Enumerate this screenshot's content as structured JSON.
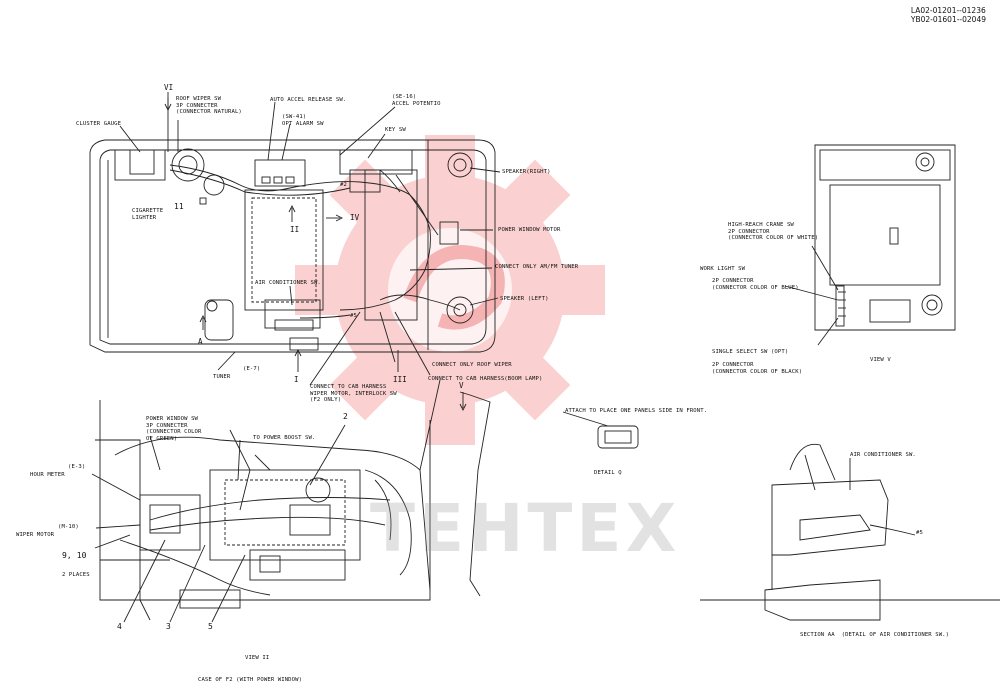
{
  "document_numbers": [
    "LA02-01201--01236",
    "YB02-01601--02049"
  ],
  "watermark": {
    "text": "TEHTEX",
    "color": "#f05a5a"
  },
  "view_top": {
    "labels": {
      "roof_wiper": "ROOF WIPER SW\n3P CONNECTER\n(CONNECTOR NATURAL)",
      "auto_accel": "AUTO ACCEL RELEASE SW.",
      "sw41": "(SW-41)\nOPT ALARM SW",
      "se16": "(SE-16)\nACCEL POTENTIO",
      "key_sw": "KEY SW",
      "cluster_gauge": "CLUSTER GAUGE",
      "cigarette": "CIGARETTE\nLIGHTER",
      "num_11": "11",
      "speaker_right": "SPEAKER(RIGHT)",
      "power_window_motor": "POWER WINDOW MOTOR",
      "connect_am_fm": "CONNECT ONLY AM/FM TUNER",
      "speaker_left": "SPEAKER (LEFT)",
      "air_cond_sw": "AIR CONDITIONER SW.",
      "e7": "(E-7)",
      "tuner": "TUNER",
      "connect_roof_wiper": "CONNECT ONLY ROOF WIPER",
      "connect_cab_wiper": "CONNECT TO CAB HARNESS\nWIPER MOTOR, INTERLOCK SW\n(F2 ONLY)",
      "connect_cab_boom": "CONNECT TO CAB HARNESS(BOOM LAMP)",
      "marker_vi": "VI",
      "marker_ii": "II",
      "marker_iv": "IV",
      "marker_i": "I",
      "marker_iii": "III",
      "marker_v": "V",
      "marker_a": "A",
      "marker_2": "#2",
      "marker_5": "#5"
    }
  },
  "view_v": {
    "labels": {
      "high_reach": "HIGH-REACH CRANE SW\n2P CONNECTOR\n(CONNECTOR COLOR OF WHITE)",
      "work_light": "WORK LIGHT SW",
      "work_light_conn": "2P CONNECTOR\n(CONNECTOR COLOR OF BLUE)",
      "single_select": "SINGLE SELECT SW (OPT)",
      "single_select_conn": "2P CONNECTOR\n(CONNECTOR COLOR OF BLACK)",
      "caption": "VIEW V"
    }
  },
  "detail_q": {
    "labels": {
      "attach": "ATTACH TO PLACE ONE PANELS SIDE IN FRONT.",
      "caption": "DETAIL Q"
    }
  },
  "view_ii": {
    "labels": {
      "power_window_sw": "POWER WINDOW SW\n3P CONNECTER\n(CONNECTOR COLOR\nOF GREEN)",
      "power_boost": "TO POWER BOOST SW.",
      "e3": "(E-3)",
      "hour_meter": "HOUR METER",
      "m10": "(M-10)",
      "wiper_motor": "WIPER MOTOR",
      "num_910": "9, 10",
      "two_places": "2 PLACES",
      "num_2": "2",
      "num_4": "4",
      "num_3": "3",
      "num_5": "5",
      "caption": "VIEW II",
      "subcaption": "CASE OF F2 (WITH POWER WINDOW)"
    }
  },
  "section_aa": {
    "labels": {
      "air_cond_sw": "AIR CONDITIONER SW.",
      "marker_5": "#5",
      "caption": "SECTION AA  (DETAIL OF AIR CONDITIONER SW.)"
    }
  }
}
